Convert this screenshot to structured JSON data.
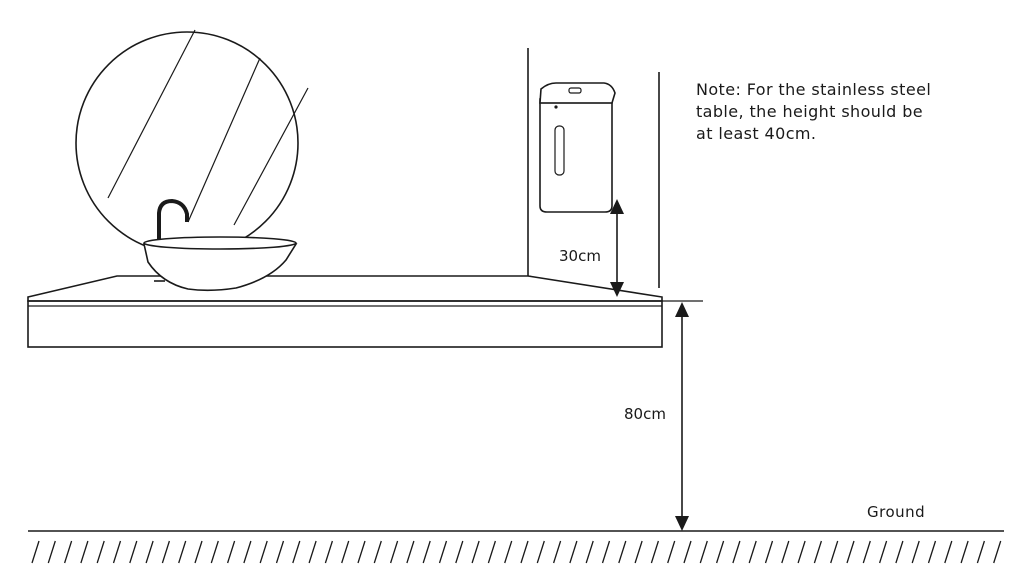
{
  "note": {
    "lines": [
      "Note: For the stainless steel",
      "table, the height should be",
      "at least 40cm."
    ]
  },
  "dimensions": {
    "dispenser_height": "30cm",
    "table_height": "80cm"
  },
  "ground_label": "Ground",
  "colors": {
    "line": "#1a1a1a",
    "background": "#ffffff"
  }
}
